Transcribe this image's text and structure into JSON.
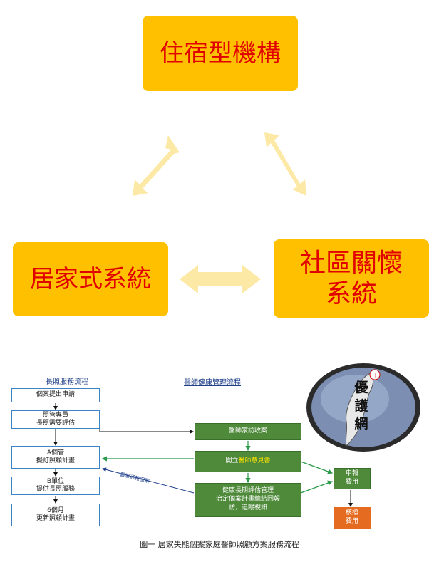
{
  "top": {
    "residential": "住宿型機構",
    "home_line": "居家式系統",
    "community_line1": "社區關懷",
    "community_line2": "系統"
  },
  "flow": {
    "header_left": "長照服務流程",
    "header_right": "醫師健康管理流程",
    "left_boxes": [
      {
        "l1": "個案提出申請",
        "l2": ""
      },
      {
        "l1": "照管專員",
        "l2": "長照需要評估"
      },
      {
        "l1": "A個管",
        "l2": "擬訂照顧計畫"
      },
      {
        "l1": "B單位",
        "l2": "提供長照服務"
      },
      {
        "l1": "6個月",
        "l2": "更新照顧計畫"
      }
    ],
    "visit": "醫師家訪收案",
    "opinion_pre": "開立",
    "opinion_hl": "醫師意見書",
    "health_l1": "健康長期評估管理",
    "health_l2": "治定個案計畫總結回報",
    "health_l3": "訪，追蹤視訊",
    "report_l1": "申報",
    "report_l2": "費用",
    "review_l1": "核撥",
    "review_l2": "費用",
    "feedback_label": "醫事通報個案",
    "logo_text": "優護網",
    "caption": "圖一 居家失能個案家庭醫師照顧方案服務流程"
  },
  "colors": {
    "box_fill": "#ffc000",
    "text_red": "#e00000",
    "arrow": "#fde9a6",
    "flow_green": "#4e8a3a",
    "flow_orange": "#e46b1f",
    "flow_blue": "#3e82c4"
  }
}
